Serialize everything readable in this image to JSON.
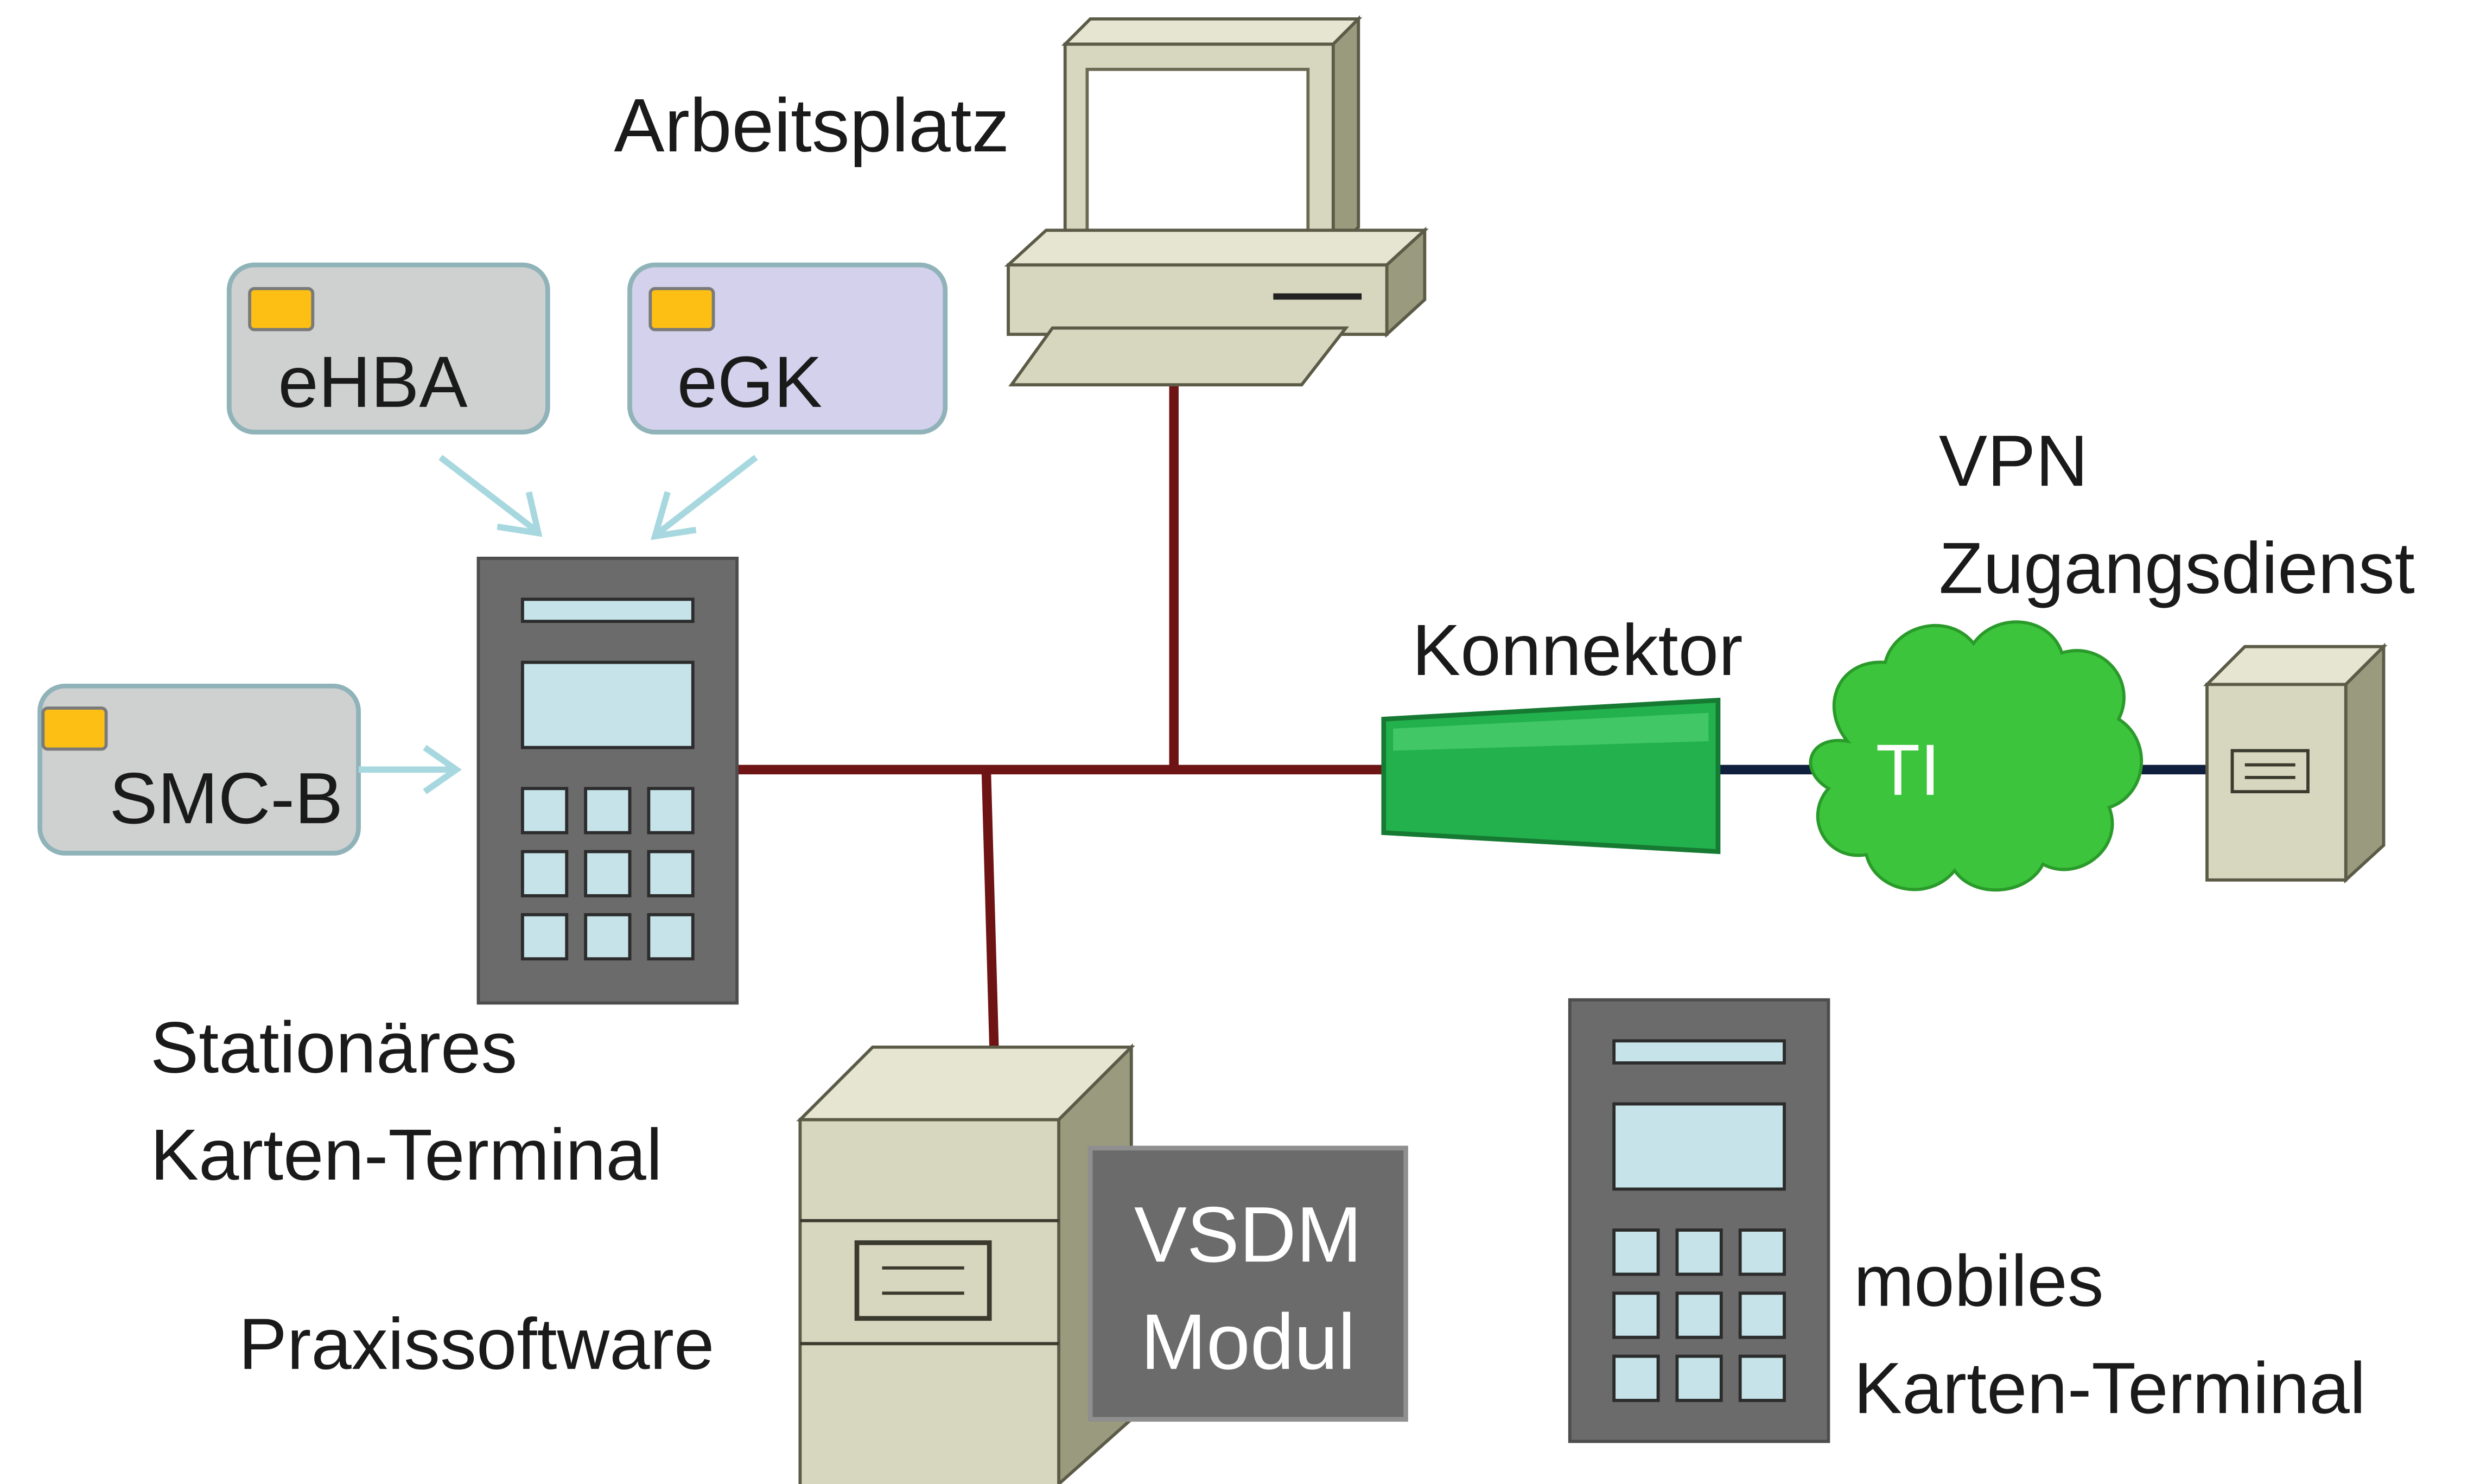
{
  "labels": {
    "arbeitsplatz": "Arbeitsplatz",
    "vpn_line1": "VPN",
    "vpn_line2": "Zugangsdienst",
    "konnektor": "Konnektor",
    "ti": "TI",
    "stationaer_line1": "Stationäres",
    "stationaer_line2": "Karten-Terminal",
    "praxissoftware": "Praxissoftware",
    "vsdm_line1": "VSDM",
    "vsdm_line2": "Modul",
    "mobil_line1": "mobiles",
    "mobil_line2": "Karten-Terminal"
  },
  "cards": {
    "ehba": "eHBA",
    "egk": "eGK",
    "smcb": "SMC-B"
  },
  "colors": {
    "network_line": "#6e1414",
    "vpn_line": "#0f1f3d",
    "konnektor": "#22b14c",
    "cloud": "#3cc43c",
    "terminal_body": "#6b6b6b",
    "terminal_key": "#c5e3e8",
    "card_gray": "#cfd0d0",
    "card_purple": "#d3d1ec",
    "card_border": "#8fb3b8",
    "card_chip": "#fdbf14",
    "arrow": "#a8d8df",
    "computer_beige": "#d7d7bf",
    "vsdm_box": "#6b6b6b"
  }
}
